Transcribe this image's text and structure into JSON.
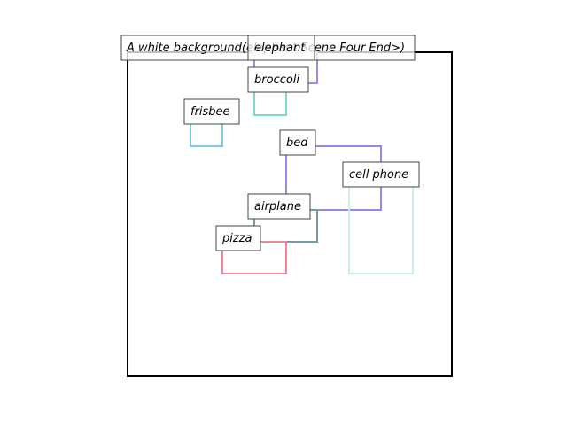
{
  "canvas": {
    "background": "#ffffff",
    "frame_color": "#000000"
  },
  "caption": {
    "text": "A white background(elephant Scene Four End>)"
  },
  "boxes": [
    {
      "id": "bed",
      "label": "bed",
      "color": "#9b87e3"
    },
    {
      "id": "cell-phone",
      "label": "cell phone",
      "color": "#cdeeee"
    },
    {
      "id": "airplane",
      "label": "airplane",
      "color": "#7a9aa8"
    },
    {
      "id": "pizza",
      "label": "pizza",
      "color": "#ee8896"
    },
    {
      "id": "frisbee",
      "label": "frisbee",
      "color": "#7cc8e8"
    },
    {
      "id": "broccoli",
      "label": "broccoli",
      "color": "#7fd8d4"
    },
    {
      "id": "elephant",
      "label": "elephant",
      "color": "#a98ad8"
    }
  ]
}
